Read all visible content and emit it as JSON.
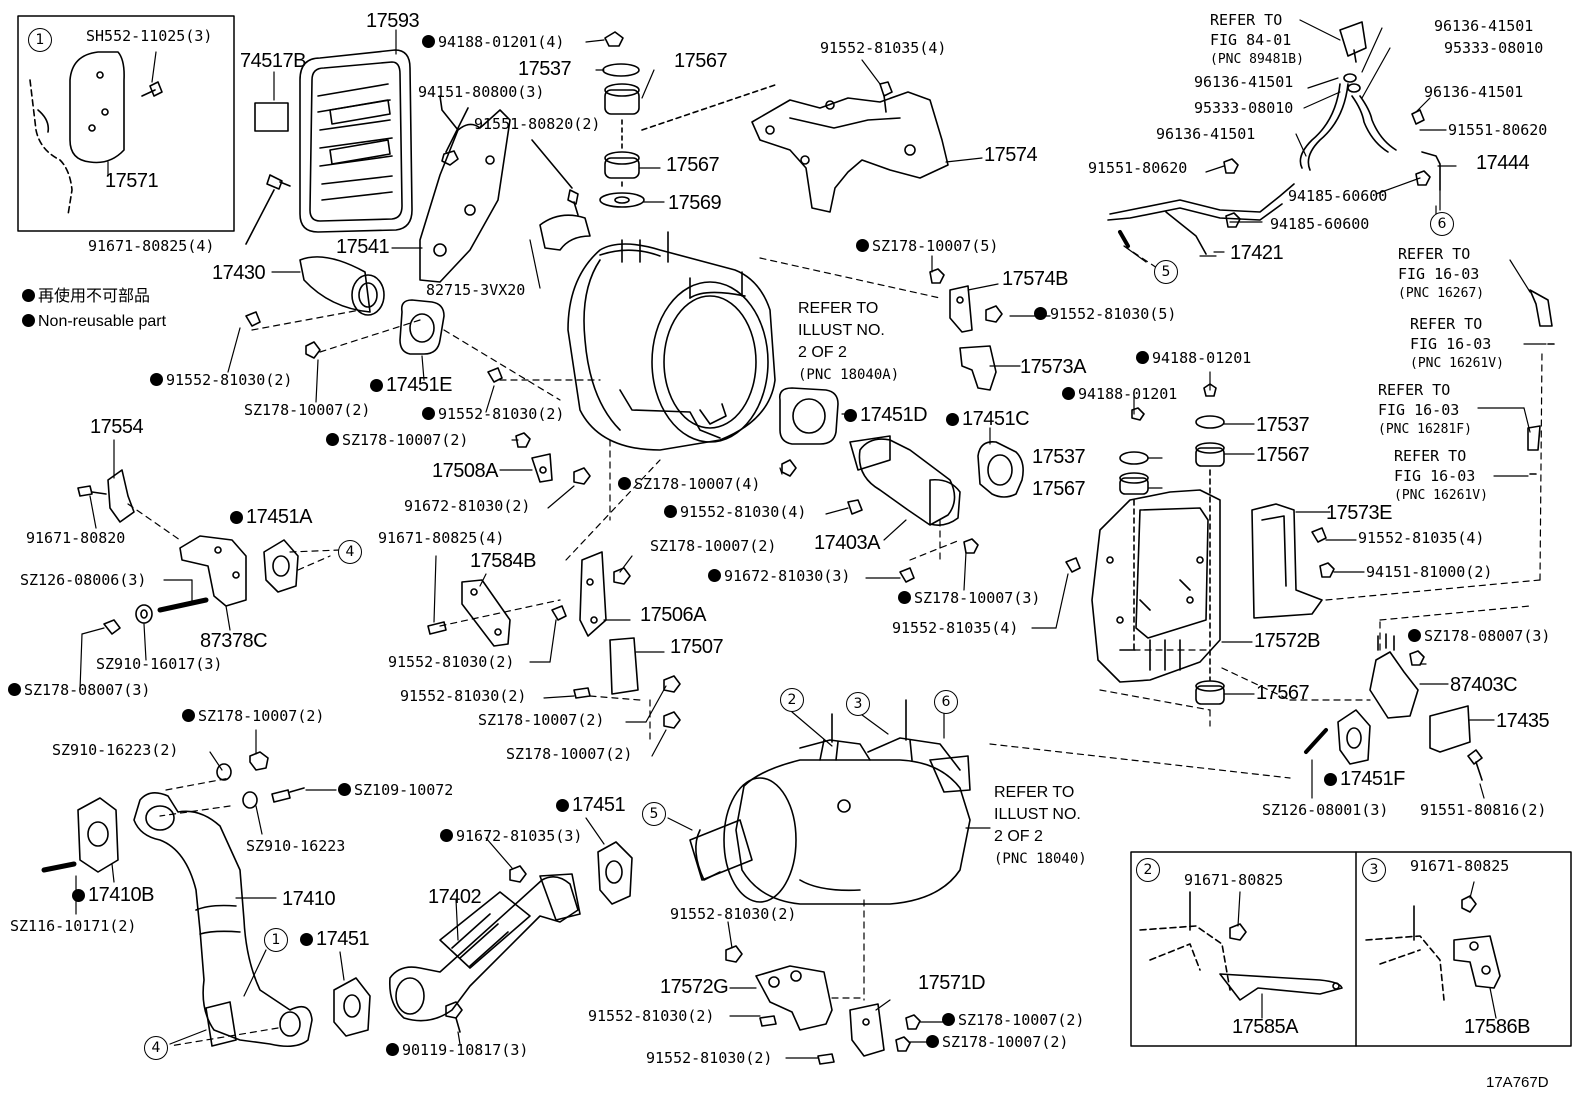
{
  "diagram_id": "17A767D",
  "legend": {
    "jp": "再使用不可部品",
    "en": "Non-reusable part"
  },
  "callouts": [
    "1",
    "2",
    "3",
    "4",
    "5",
    "6"
  ],
  "labels": {
    "p_17593": "17593",
    "p_74517B": "74517B",
    "p_94188_4": "94188-01201(4)",
    "p_17537a": "17537",
    "p_17567a": "17567",
    "p_91552_81035_4a": "91552-81035(4)",
    "p_94151_80800": "94151-80800(3)",
    "p_91551_80820": "91551-80820(2)",
    "p_17567b": "17567",
    "p_17574": "17574",
    "p_17569": "17569",
    "p_SH552": "SH552-11025(3)",
    "p_17571": "17571",
    "p_91671_80825_4": "91671-80825(4)",
    "p_17541": "17541",
    "p_17430": "17430",
    "p_82715": "82715-3VX20",
    "p_SZ178_5": "SZ178-10007(5)",
    "p_17574B": "17574B",
    "p_91552_81030_5": "91552-81030(5)",
    "p_91552_81030_2a": "91552-81030(2)",
    "p_SZ178_2a": "SZ178-10007(2)",
    "p_17451E": "17451E",
    "p_91552_81030_2b": "91552-81030(2)",
    "p_SZ178_2b": "SZ178-10007(2)",
    "p_17573A": "17573A",
    "p_94188a": "94188-01201",
    "p_94188b": "94188-01201",
    "p_17451D": "17451D",
    "p_17451C": "17451C",
    "p_17537b": "17537",
    "p_17537c": "17537",
    "p_17567c": "17567",
    "p_17567d": "17567",
    "p_17554": "17554",
    "p_91671_80820": "91671-80820",
    "p_17451A": "17451A",
    "p_17508A": "17508A",
    "p_91672_81030_2": "91672-81030(2)",
    "p_SZ178_4": "SZ178-10007(4)",
    "p_91552_81030_4": "91552-81030(4)",
    "p_17403A": "17403A",
    "p_SZ126_08006": "SZ126-08006(3)",
    "p_87378C": "87378C",
    "p_SZ910_16017": "SZ910-16017(3)",
    "p_SZ178_08007_3a": "SZ178-08007(3)",
    "p_91671_80825_4b": "91671-80825(4)",
    "p_17584B": "17584B",
    "p_SZ178_2c": "SZ178-10007(2)",
    "p_17506A": "17506A",
    "p_91552_81030_2c": "91552-81030(2)",
    "p_17507": "17507",
    "p_91552_81030_2d": "91552-81030(2)",
    "p_SZ178_2d": "SZ178-10007(2)",
    "p_SZ178_2e": "SZ178-10007(2)",
    "p_91672_81030_3": "91672-81030(3)",
    "p_SZ178_3": "SZ178-10007(3)",
    "p_91552_81035_4b": "91552-81035(4)",
    "p_17572B": "17572B",
    "p_17567e": "17567",
    "p_17573E": "17573E",
    "p_91552_81035_4c": "91552-81035(4)",
    "p_94151_81000": "94151-81000(2)",
    "p_SZ178_08007_3b": "SZ178-08007(3)",
    "p_87403C": "87403C",
    "p_17435": "17435",
    "p_17451F": "17451F",
    "p_SZ126_08001": "SZ126-08001(3)",
    "p_91551_80816": "91551-80816(2)",
    "p_SZ178_2f": "SZ178-10007(2)",
    "p_SZ910_16223_2": "SZ910-16223(2)",
    "p_SZ109": "SZ109-10072",
    "p_SZ910_16223": "SZ910-16223",
    "p_17410B": "17410B",
    "p_17410": "17410",
    "p_SZ116": "SZ116-10171(2)",
    "p_17451a": "17451",
    "p_17451b": "17451",
    "p_91672_81035": "91672-81035(3)",
    "p_17402": "17402",
    "p_90119": "90119-10817(3)",
    "p_91552_81030_2e": "91552-81030(2)",
    "p_17572G": "17572G",
    "p_91552_81030_2f": "91552-81030(2)",
    "p_91552_81030_2g": "91552-81030(2)",
    "p_17571D": "17571D",
    "p_SZ178_2g": "SZ178-10007(2)",
    "p_SZ178_2h": "SZ178-10007(2)",
    "p_96136a": "96136-41501",
    "p_95333a": "95333-08010",
    "p_96136b": "96136-41501",
    "p_95333b": "95333-08010",
    "p_96136c": "96136-41501",
    "p_96136d": "96136-41501",
    "p_91551_80620a": "91551-80620",
    "p_91551_80620b": "91551-80620",
    "p_17444": "17444",
    "p_94185a": "94185-60600",
    "p_94185b": "94185-60600",
    "p_17421": "17421",
    "p_91671_80825a": "91671-80825",
    "p_91671_80825b": "91671-80825",
    "p_17585A": "17585A",
    "p_17586B": "17586B"
  },
  "refs": {
    "fig84": [
      "REFER TO",
      "FIG 84-01",
      "(PNC 89481B)"
    ],
    "fig16a": [
      "REFER TO",
      "FIG 16-03",
      "(PNC 16267)"
    ],
    "fig16b": [
      "REFER TO",
      "FIG 16-03",
      "(PNC 16261V)"
    ],
    "fig16c": [
      "REFER TO",
      "FIG 16-03",
      "(PNC 16281F)"
    ],
    "fig16d": [
      "REFER TO",
      "FIG 16-03",
      "(PNC 16261V)"
    ],
    "illust_a": [
      "REFER TO",
      "ILLUST NO.",
      "2 OF 2",
      "(PNC 18040A)"
    ],
    "illust_b": [
      "REFER TO",
      "ILLUST NO.",
      "2 OF 2",
      "(PNC 18040)"
    ]
  }
}
